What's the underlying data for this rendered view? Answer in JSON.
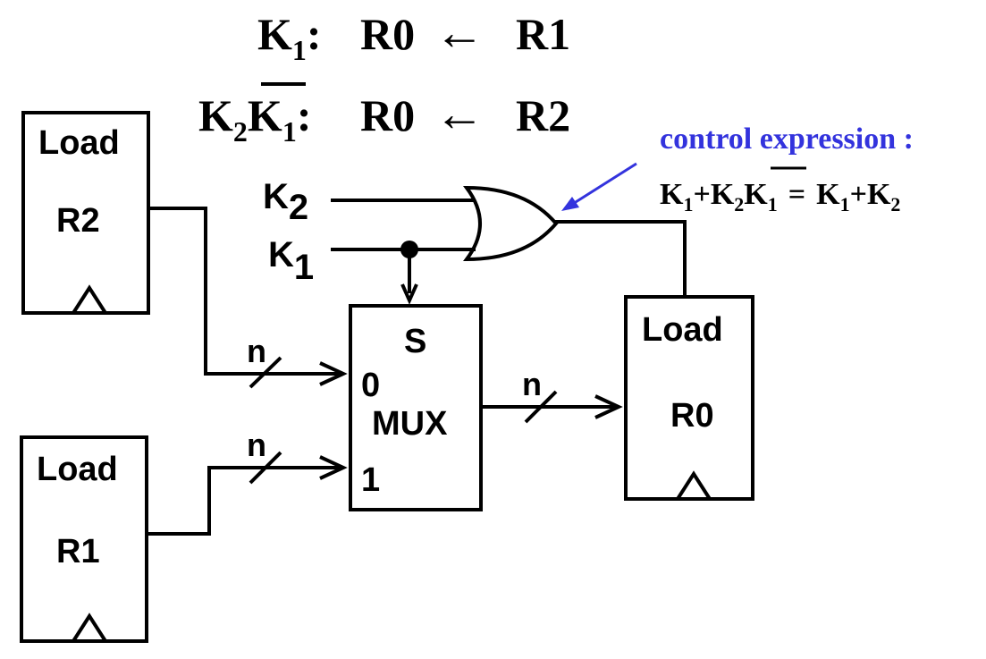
{
  "equations": {
    "eq1": {
      "cond_main": "K",
      "cond_sub": "1",
      "colon": ":",
      "dest": "R0",
      "arrow": "←",
      "src": "R1"
    },
    "eq2": {
      "k2_main": "K",
      "k2_sub": "2",
      "k1bar_main": "K",
      "k1bar_sub": "1",
      "colon": ":",
      "dest": "R0",
      "arrow": "←",
      "src": "R2"
    }
  },
  "annotation": {
    "title": "control expression :",
    "k": "K",
    "s1": "1",
    "s2": "2",
    "plus": "+",
    "equals": "=",
    "color": "#3333dd"
  },
  "registers": {
    "r2": {
      "load": "Load",
      "name": "R2"
    },
    "r1": {
      "load": "Load",
      "name": "R1"
    },
    "r0": {
      "load": "Load",
      "name": "R0"
    }
  },
  "mux": {
    "select": "S",
    "label": "MUX",
    "input0": "0",
    "input1": "1"
  },
  "signals": {
    "k2": {
      "main": "K",
      "sub": "2"
    },
    "k1": {
      "main": "K",
      "sub": "1"
    }
  },
  "bus_width": {
    "r2_to_mux": "n",
    "r1_to_mux": "n",
    "mux_to_r0": "n"
  }
}
